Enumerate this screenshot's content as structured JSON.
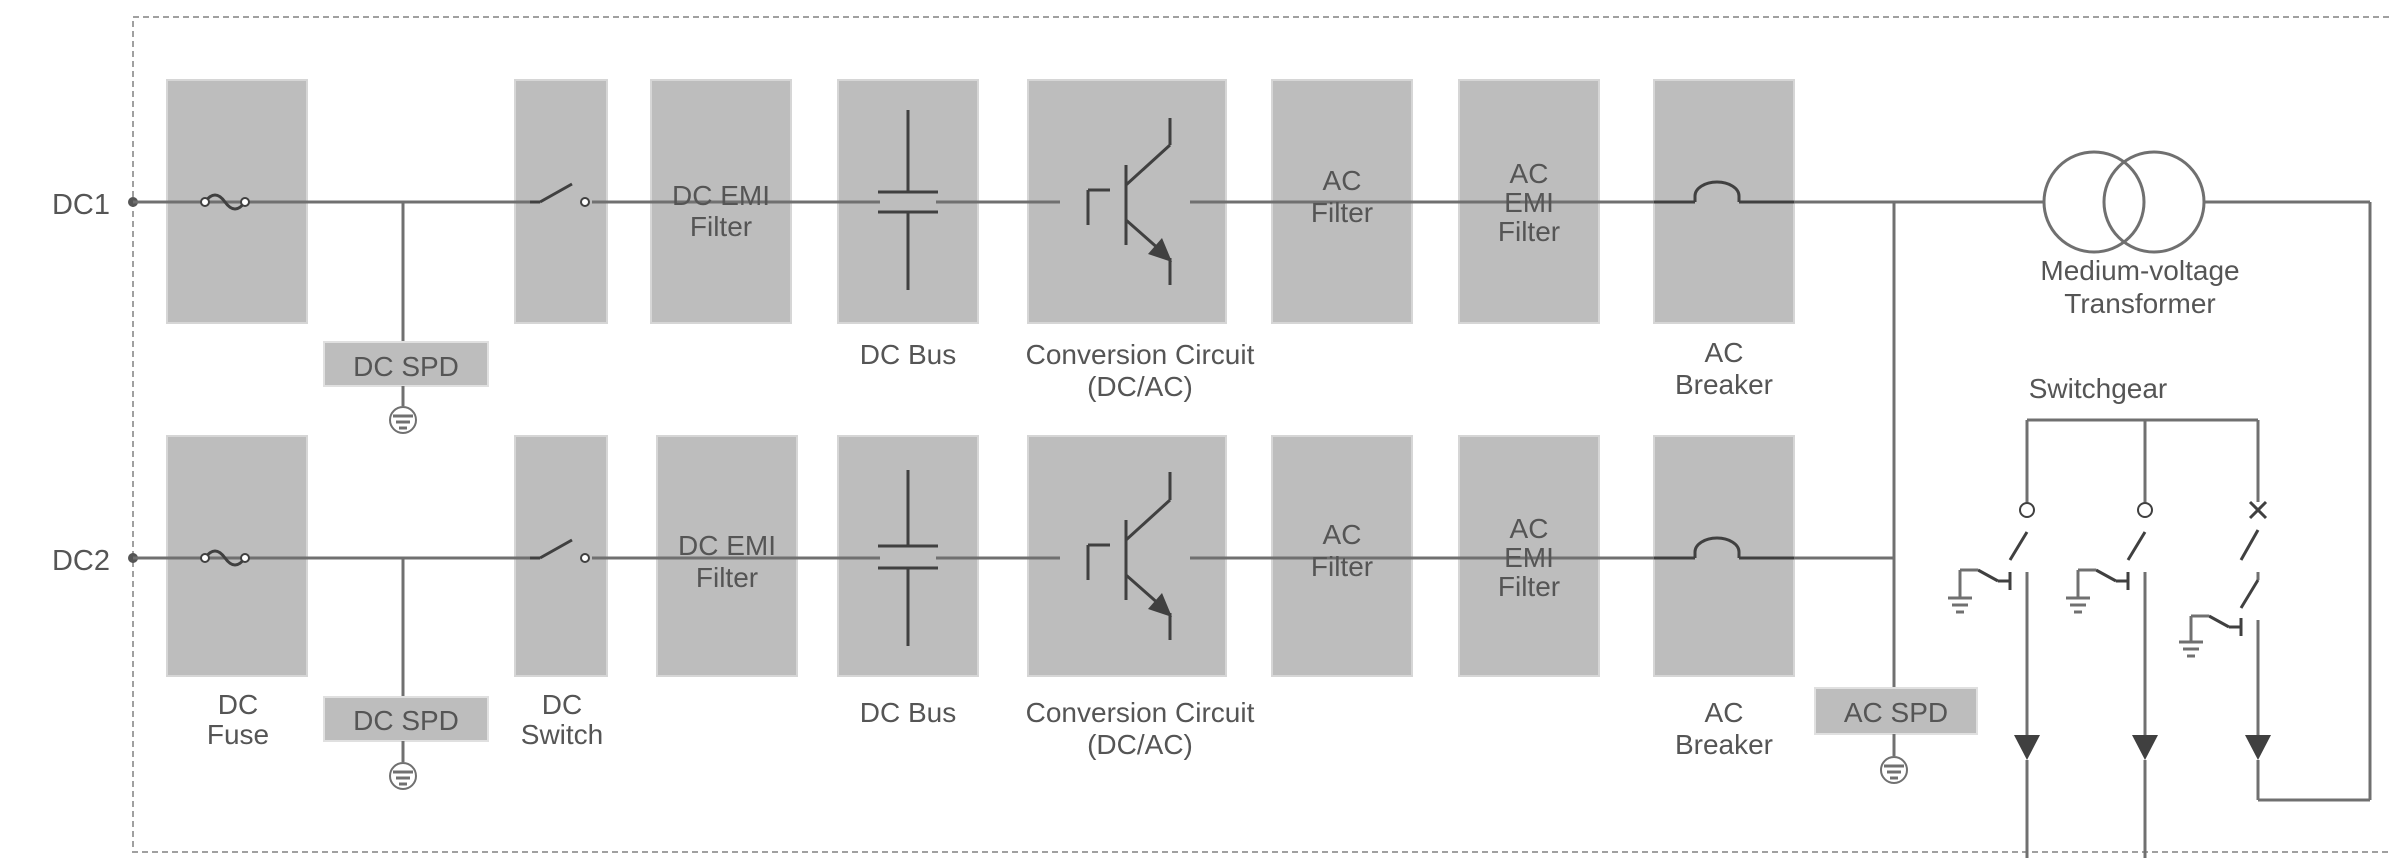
{
  "inputs": {
    "dc1": "DC1",
    "dc2": "DC2"
  },
  "labels": {
    "dc_spd": "DC SPD",
    "dc_emi_l1": "DC EMI",
    "dc_emi_l2": "Filter",
    "dc_bus": "DC Bus",
    "conversion_l1": "Conversion Circuit",
    "conversion_l2": "(DC/AC)",
    "ac_filter_l1": "AC",
    "ac_filter_l2": "Filter",
    "ac_emi_l1": "AC",
    "ac_emi_l2": "EMI",
    "ac_emi_l3": "Filter",
    "ac_breaker_l1": "AC",
    "ac_breaker_l2": "Breaker",
    "dc_fuse_l1": "DC",
    "dc_fuse_l2": "Fuse",
    "dc_switch_l1": "DC",
    "dc_switch_l2": "Switch",
    "ac_spd": "AC SPD",
    "transformer_l1": "Medium-voltage",
    "transformer_l2": "Transformer",
    "switchgear": "Switchgear"
  },
  "colors": {
    "block": "#bdbdbd",
    "wire": "#707070",
    "text": "#555555",
    "border": "#a0a0a0"
  }
}
